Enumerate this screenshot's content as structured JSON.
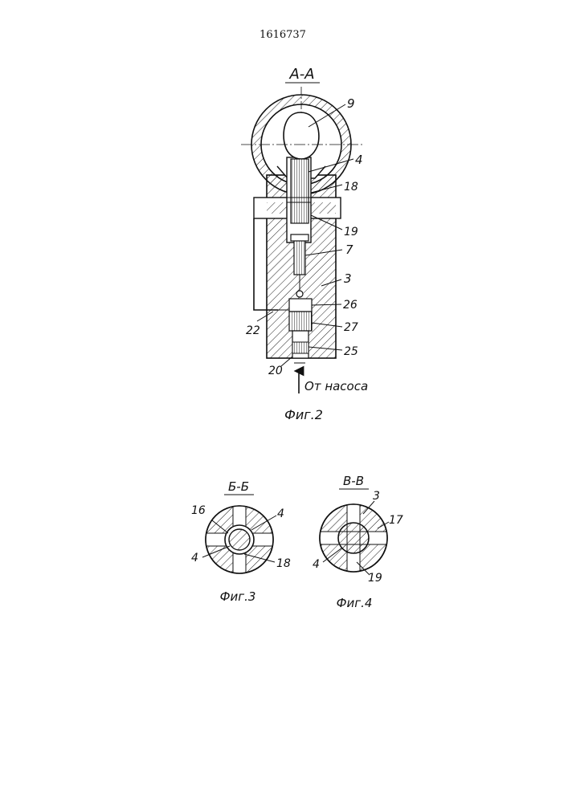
{
  "patent_number": "1616737",
  "fig2": {
    "section_title": "А-А",
    "caption": "Фиг.2",
    "pump_note": "От насоса",
    "labels": {
      "l9": "9",
      "l4": "4",
      "l18": "18",
      "l19": "19",
      "l7": "7",
      "l3": "3",
      "l26": "26",
      "l22": "22",
      "l27": "27",
      "l25": "25",
      "l20": "20"
    }
  },
  "fig3": {
    "section_title": "Б-Б",
    "caption": "Фиг.3",
    "labels": {
      "l16": "16",
      "l4a": "4",
      "l4b": "4",
      "l18": "18"
    }
  },
  "fig4": {
    "section_title": "В-В",
    "caption": "Фиг.4",
    "labels": {
      "l3": "3",
      "l17": "17",
      "l4": "4",
      "l19": "19"
    }
  }
}
